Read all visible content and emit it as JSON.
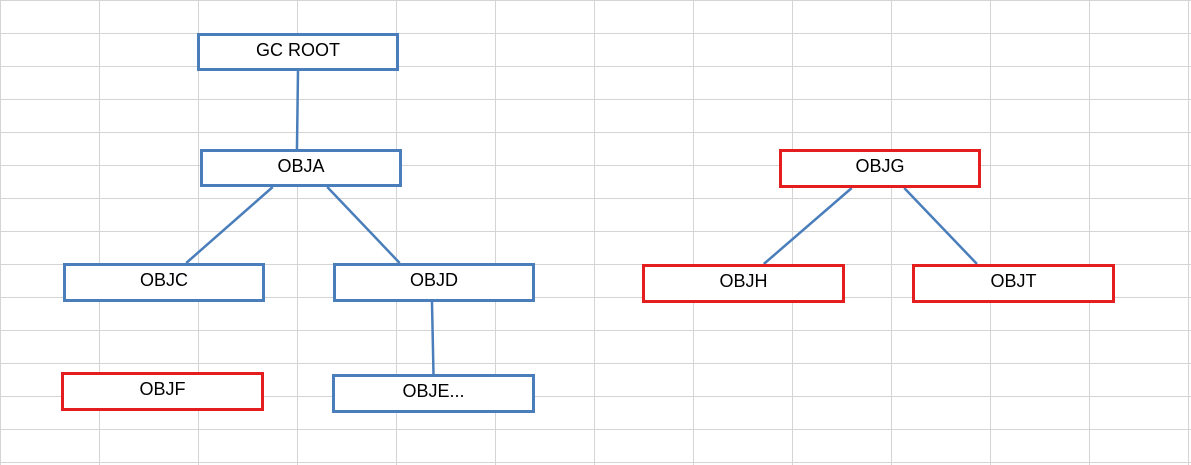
{
  "colors": {
    "reachable_border": "#4a7ebb",
    "unreachable_border": "#e41e1e",
    "edge": "#4a7ebb",
    "grid": "#d4d4d4"
  },
  "nodes": {
    "gc_root": {
      "label": "GC ROOT",
      "status": "reachable"
    },
    "obja": {
      "label": "OBJA",
      "status": "reachable"
    },
    "objc": {
      "label": "OBJC",
      "status": "reachable"
    },
    "objd": {
      "label": "OBJD",
      "status": "reachable"
    },
    "objf": {
      "label": "OBJF",
      "status": "unreachable"
    },
    "obje": {
      "label": "OBJE...",
      "status": "reachable"
    },
    "objg": {
      "label": "OBJG",
      "status": "unreachable"
    },
    "objh": {
      "label": "OBJH",
      "status": "unreachable"
    },
    "objt": {
      "label": "OBJT",
      "status": "unreachable"
    }
  },
  "edges": [
    {
      "from": "gc_root",
      "to": "obja"
    },
    {
      "from": "obja",
      "to": "objc"
    },
    {
      "from": "obja",
      "to": "objd"
    },
    {
      "from": "objd",
      "to": "obje"
    },
    {
      "from": "objg",
      "to": "objh"
    },
    {
      "from": "objg",
      "to": "objt"
    }
  ]
}
